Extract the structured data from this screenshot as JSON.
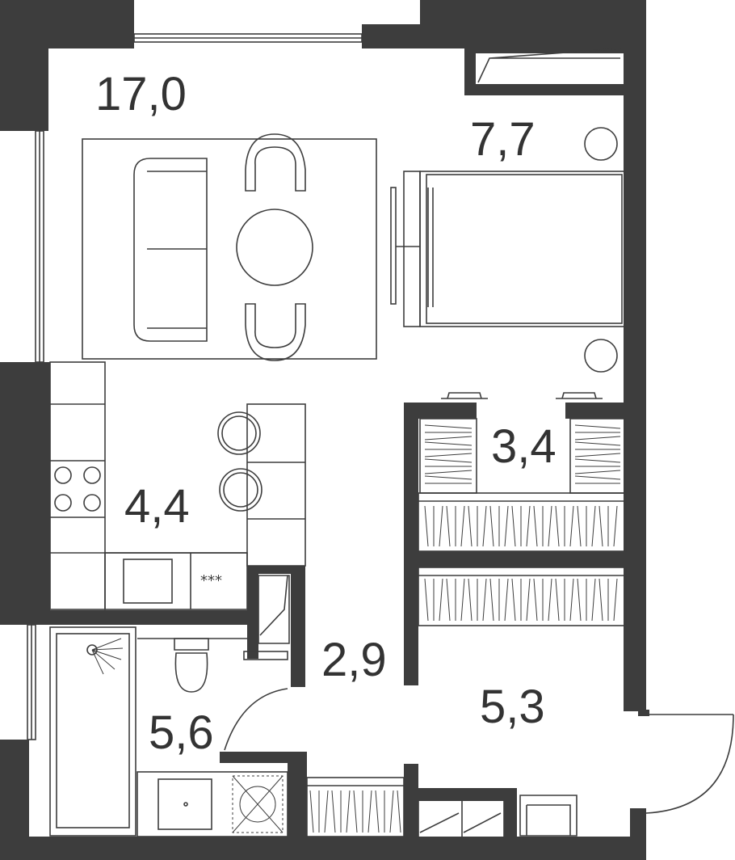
{
  "rooms": [
    {
      "key": "living",
      "area": "17,0"
    },
    {
      "key": "bedroom",
      "area": "7,7"
    },
    {
      "key": "kitchen",
      "area": "4,4"
    },
    {
      "key": "wardrobe",
      "area": "3,4"
    },
    {
      "key": "hall",
      "area": "2,9"
    },
    {
      "key": "bathroom",
      "area": "5,6"
    },
    {
      "key": "entrance",
      "area": "5,3"
    }
  ],
  "symbols": {
    "oven_mark": "***"
  },
  "colors": {
    "wall": "#3d3d3d",
    "background": "#ffffff"
  }
}
